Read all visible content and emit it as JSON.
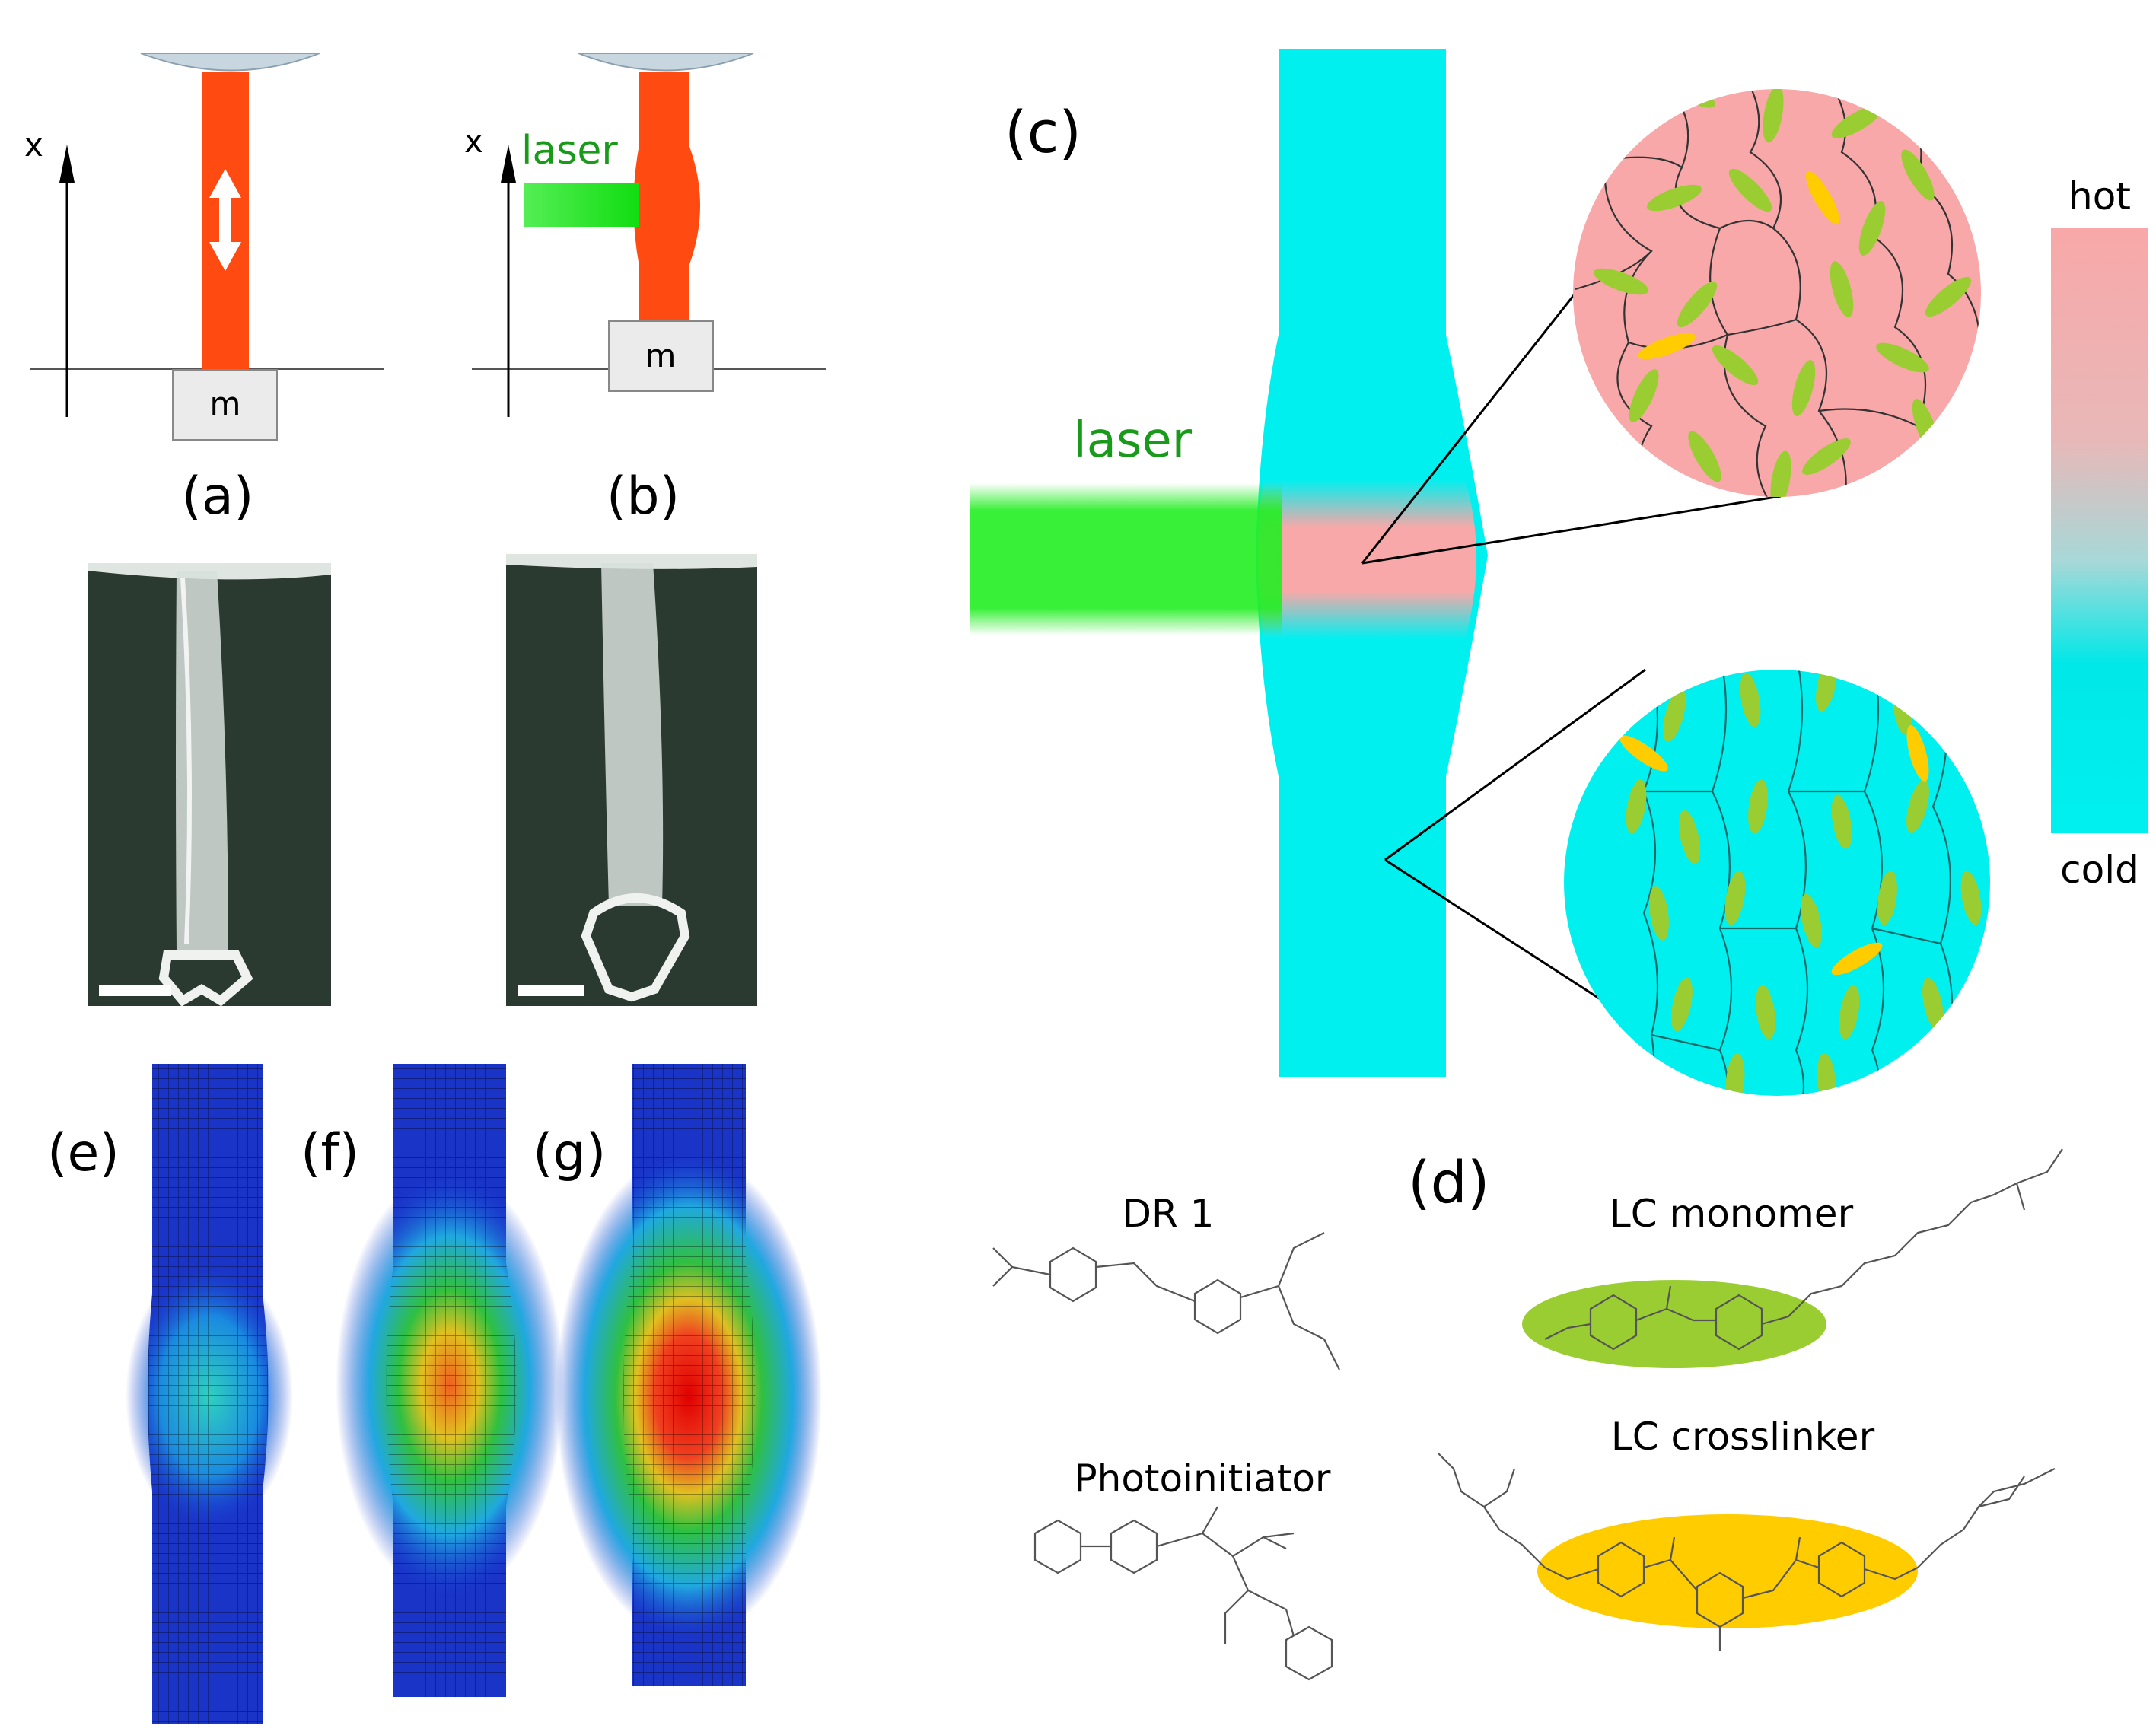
{
  "panels": {
    "a": {
      "tag": "(a)",
      "axis": "x",
      "mass": "m"
    },
    "b": {
      "tag": "(b)",
      "axis": "x",
      "mass": "m",
      "laser": "laser"
    },
    "c": {
      "tag": "(c)",
      "laser": "laser",
      "scale_hot": "hot",
      "scale_cold": "cold"
    },
    "d": {
      "tag": "(d)",
      "dr1": "DR 1",
      "photoinitiator": "Photoinitiator",
      "lc_monomer": "LC monomer",
      "lc_crosslinker": "LC crosslinker"
    },
    "e": {
      "tag": "(e)"
    },
    "f": {
      "tag": "(f)"
    },
    "g": {
      "tag": "(g)"
    }
  },
  "colors": {
    "strip": "#ff4a12",
    "laser": "#22dd22",
    "laser_text": "#1a9a1a",
    "cyan": "#00f0f0",
    "pink": "#f8a8a8",
    "mesogen_green": "#9acd32",
    "mesogen_yellow": "#ffcc00",
    "photo_bg": "#2b3a30"
  },
  "icons": [
    "double-arrow-icon",
    "x-axis-arrow-icon",
    "zoom-circle-hot",
    "zoom-circle-cold"
  ]
}
